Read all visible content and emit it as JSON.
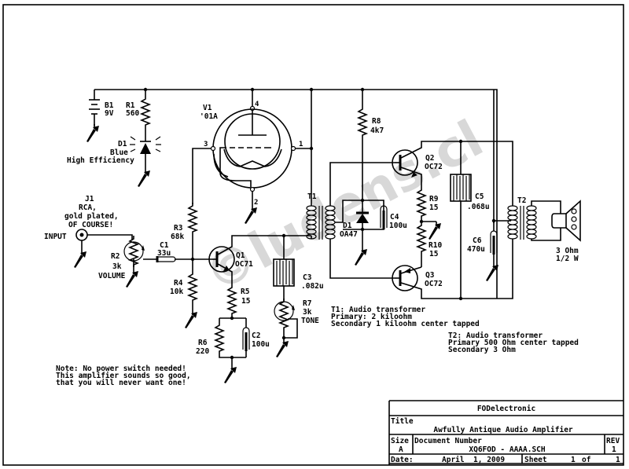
{
  "watermark": "©ludens.cl",
  "components": {
    "B1": {
      "ref": "B1",
      "value": "9V"
    },
    "R1": {
      "ref": "R1",
      "value": "560"
    },
    "D1_led": {
      "ref": "D1",
      "value": "Blue",
      "note": "High Efficiency"
    },
    "V1": {
      "ref": "V1",
      "value": "'01A",
      "pins": [
        "1",
        "2",
        "3",
        "4"
      ]
    },
    "J1": {
      "ref": "J1",
      "line1": "RCA,",
      "line2": "gold plated,",
      "line3": "OF COURSE!",
      "port_label": "INPUT"
    },
    "R2": {
      "ref": "R2",
      "value": "3k",
      "note": "VOLUME"
    },
    "C1": {
      "ref": "C1",
      "value": "33u"
    },
    "R3": {
      "ref": "R3",
      "value": "68k"
    },
    "R4": {
      "ref": "R4",
      "value": "10k"
    },
    "Q1": {
      "ref": "Q1",
      "value": "OC71"
    },
    "R5": {
      "ref": "R5",
      "value": "15"
    },
    "R6": {
      "ref": "R6",
      "value": "220"
    },
    "C2": {
      "ref": "C2",
      "value": "100u"
    },
    "C3": {
      "ref": "C3",
      "value": ".082u"
    },
    "R7": {
      "ref": "R7",
      "value": "3k",
      "note": "TONE"
    },
    "T1": {
      "ref": "T1"
    },
    "R8": {
      "ref": "R8",
      "value": "4k7"
    },
    "D1_diode": {
      "ref": "D1",
      "value": "OA47"
    },
    "C4": {
      "ref": "C4",
      "value": "100u"
    },
    "Q2": {
      "ref": "Q2",
      "value": "OC72"
    },
    "R9": {
      "ref": "R9",
      "value": "15"
    },
    "R10": {
      "ref": "R10",
      "value": "15"
    },
    "Q3": {
      "ref": "Q3",
      "value": "OC72"
    },
    "C5": {
      "ref": "C5",
      "value": ".068u"
    },
    "C6": {
      "ref": "C6",
      "value": "470u"
    },
    "T2": {
      "ref": "T2"
    },
    "SPK": {
      "line1": "3 Ohm",
      "line2": "1/2 W"
    }
  },
  "notes": {
    "t1": [
      "T1: Audio transformer",
      "Primary: 2 kiloohm",
      "Secondary 1 kiloohm center tapped"
    ],
    "t2": [
      "T2: Audio transformer",
      "Primary 500 Ohm center tapped",
      "Secondary 3 Ohm"
    ],
    "power": [
      "Note: No power switch needed!",
      "This amplifier sounds so good,",
      "that you will never want one!"
    ]
  },
  "title_block": {
    "company": "FODelectronic",
    "title_label": "Title",
    "title": "Awfully Antique Audio Amplifier",
    "size_label": "Size",
    "size": "A",
    "docnum_label": "Document Number",
    "docnum": "XQ6FOD - AAAA.SCH",
    "rev_label": "REV",
    "rev": "1",
    "date_label": "Date:",
    "date": "April  1, 2009",
    "sheet_label": "Sheet",
    "sheet": "1",
    "of_label": "of",
    "sheet_total": "1"
  }
}
